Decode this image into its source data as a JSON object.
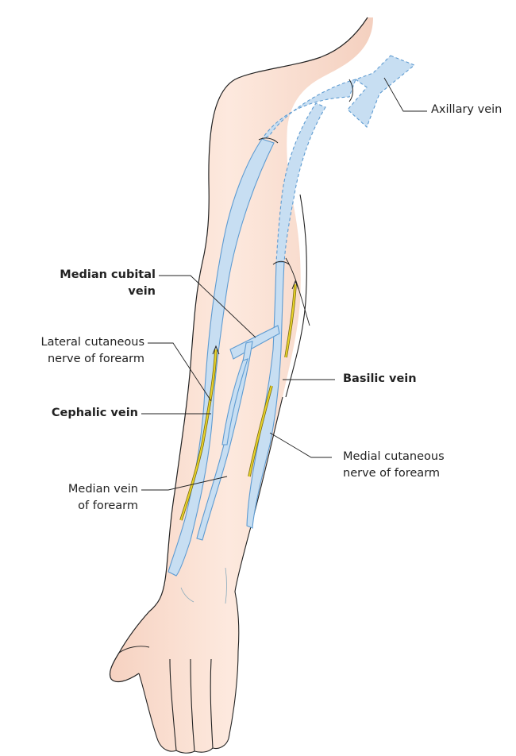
{
  "labels": {
    "axillary_vein": "Axillary vein",
    "median_cubital_vein": [
      "Median cubital",
      "vein"
    ],
    "lateral_cutaneous_nerve": [
      "Lateral cutaneous",
      "nerve of forearm"
    ],
    "basilic_vein": "Basilic vein",
    "cephalic_vein": "Cephalic vein",
    "medial_cutaneous_nerve": [
      "Medial cutaneous",
      "nerve of forearm"
    ],
    "median_vein_forearm": [
      "Median vein",
      "of forearm"
    ]
  },
  "colors": {
    "skin": "#fbe3d6",
    "skin_shade": "#f5cdb9",
    "vein_fill": "#c7def2",
    "vein_outline": "#5e9bd1",
    "nerve": "#e8d32a",
    "outline": "#222222",
    "leader": "#222222"
  }
}
